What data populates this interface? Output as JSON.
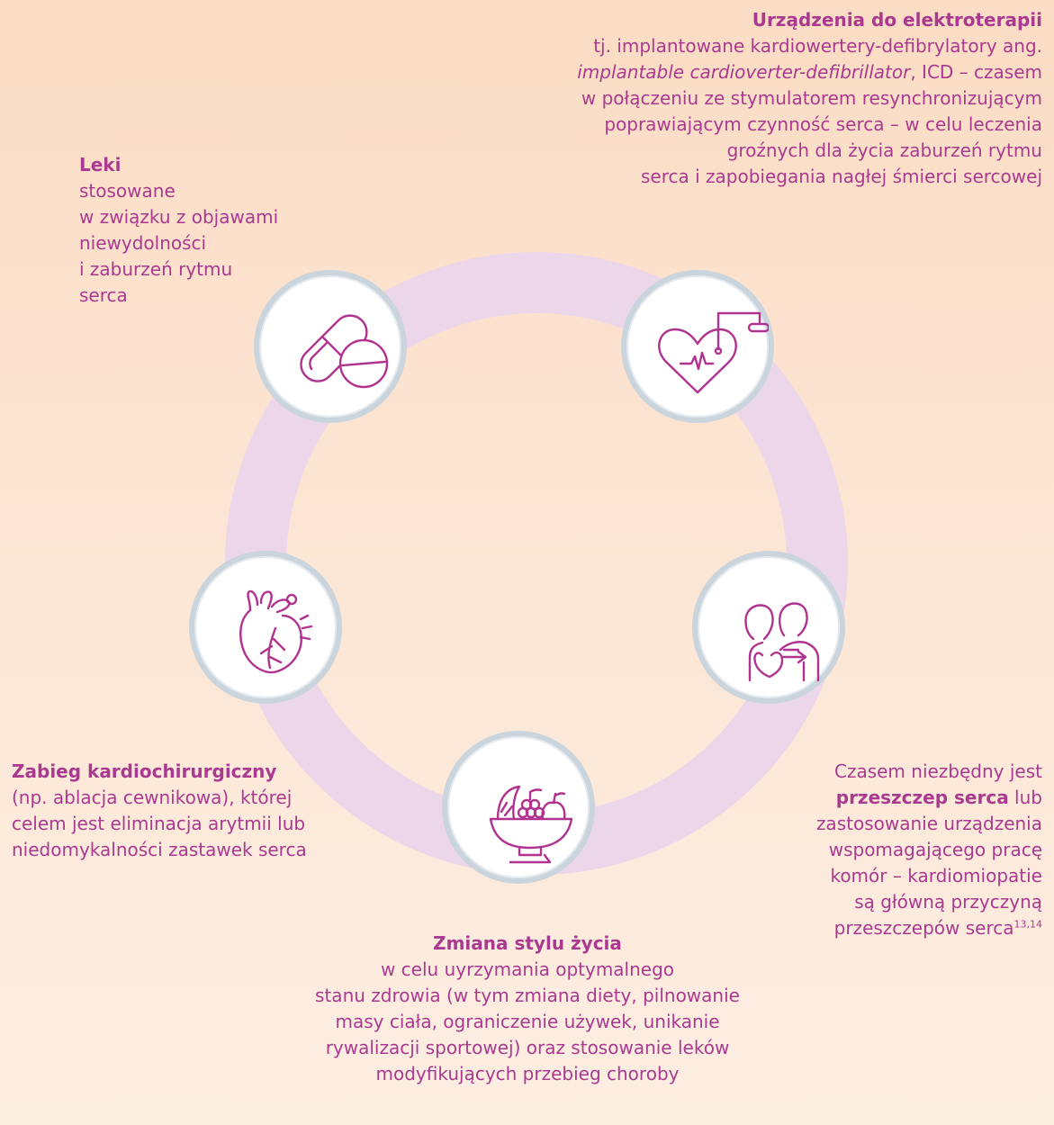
{
  "ring_color": "#ecd6ea",
  "node_border_color": "#c9d4dd",
  "text_color": "#a93a8f",
  "icon_color": "#b0338f",
  "nodes": [
    {
      "id": "leki",
      "icon": "pill-capsule-icon"
    },
    {
      "id": "elektroterapia",
      "icon": "heart-device-icon"
    },
    {
      "id": "przeszczep",
      "icon": "heart-transplant-icon"
    },
    {
      "id": "styl-zycia",
      "icon": "fruit-bowl-icon"
    },
    {
      "id": "zabieg",
      "icon": "anatomical-heart-icon"
    }
  ],
  "electrotherapy": {
    "title": "Urządzenia do elektroterapii",
    "line1": "tj. implantowane kardiowertery-defibrylatory ang.",
    "line2_italic": "implantable cardioverter-defibrillator",
    "line2_rest": ", ICD – czasem",
    "line3": "w połączeniu ze stymulatorem resynchronizującym",
    "line4": "poprawiającym czynność serca – w celu leczenia",
    "line5": "groźnych dla życia zaburzeń rytmu",
    "line6": "serca i zapobiegania nagłej śmierci sercowej"
  },
  "medication": {
    "title": "Leki",
    "line1": "stosowane",
    "line2": "w związku z objawami",
    "line3": "niewydolności",
    "line4": "i zaburzeń rytmu",
    "line5": "serca"
  },
  "surgery": {
    "title": "Zabieg kardiochirurgiczny",
    "line1": "(np. ablacja cewnikowa), której",
    "line2": "celem jest eliminacja arytmii lub",
    "line3": "niedomykalności zastawek serca"
  },
  "transplant": {
    "line1": "Czasem niezbędny jest",
    "line2_bold": "przeszczep serca",
    "line2_rest": " lub",
    "line3": "zastosowanie urządzenia",
    "line4": "wspomagającego pracę",
    "line5": "komór – kardiomiopatie",
    "line6": "są główną przyczyną",
    "line7": "przeszczepów serca",
    "line7_sup": "13,14"
  },
  "lifestyle": {
    "title": "Zmiana stylu życia",
    "line1": "w celu uyrzymania optymalnego",
    "line2": "stanu zdrowia (w tym zmiana diety, pilnowanie",
    "line3": "masy ciała, ograniczenie używek, unikanie",
    "line4": "rywalizacji sportowej) oraz stosowanie leków",
    "line5": "modyfikujących przebieg choroby"
  }
}
